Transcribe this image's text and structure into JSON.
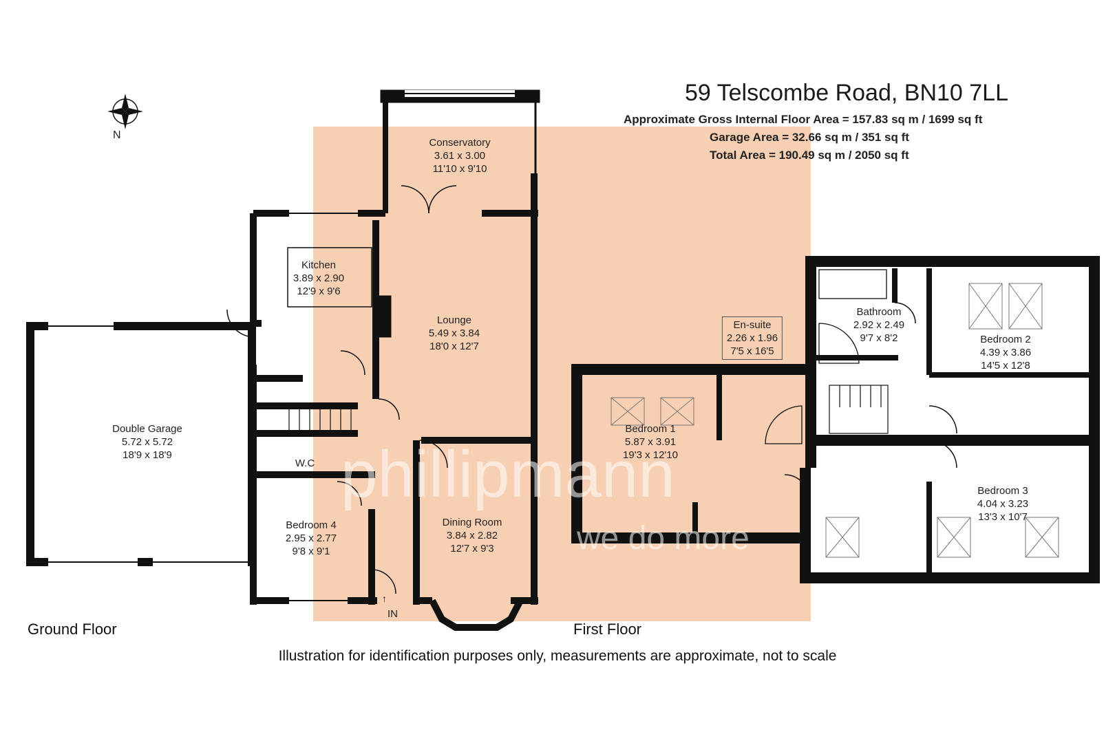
{
  "header": {
    "address": "59 Telscombe Road, BN10 7LL",
    "gross_internal_area": "Approximate Gross Internal Floor Area = 157.83 sq m / 1699 sq ft",
    "garage_area": "Garage Area = 32.66 sq m / 351 sq ft",
    "total_area": "Total Area = 190.49 sq m / 2050 sq ft"
  },
  "compass": {
    "label": "N",
    "icon": "compass-icon"
  },
  "ground_floor": {
    "label": "Ground Floor",
    "rooms": {
      "conservatory": {
        "name": "Conservatory",
        "metric": "3.61 x 3.00",
        "imperial": "11'10 x 9'10"
      },
      "kitchen": {
        "name": "Kitchen",
        "metric": "3.89 x 2.90",
        "imperial": "12'9 x 9'6"
      },
      "lounge": {
        "name": "Lounge",
        "metric": "5.49 x 3.84",
        "imperial": "18'0 x 12'7"
      },
      "garage": {
        "name": "Double Garage",
        "metric": "5.72 x 5.72",
        "imperial": "18'9 x 18'9"
      },
      "wc": {
        "name": "W.C"
      },
      "bedroom4": {
        "name": "Bedroom 4",
        "metric": "2.95 x 2.77",
        "imperial": "9'8 x 9'1"
      },
      "dining": {
        "name": "Dining Room",
        "metric": "3.84 x 2.82",
        "imperial": "12'7 x 9'3"
      }
    },
    "entrance": "IN"
  },
  "first_floor": {
    "label": "First Floor",
    "rooms": {
      "ensuite": {
        "name": "En-suite",
        "metric": "2.26 x 1.96",
        "imperial": "7'5 x 16'5"
      },
      "bedroom1": {
        "name": "Bedroom 1",
        "metric": "5.87 x 3.91",
        "imperial": "19'3 x 12'10"
      },
      "bathroom": {
        "name": "Bathroom",
        "metric": "2.92 x 2.49",
        "imperial": "9'7 x 8'2"
      },
      "bedroom2": {
        "name": "Bedroom 2",
        "metric": "4.39 x 3.86",
        "imperial": "14'5 x 12'8"
      },
      "bedroom3": {
        "name": "Bedroom 3",
        "metric": "4.04 x 3.23",
        "imperial": "13'3 x 10'7"
      }
    }
  },
  "watermark": {
    "brand": "phillipmann",
    "tagline": "we do more"
  },
  "disclaimer": "Illustration for identification purposes only, measurements are approximate, not to scale",
  "colors": {
    "wall": "#111111",
    "overlay": "#f7cfb2",
    "room_fill": "#ffffff"
  }
}
